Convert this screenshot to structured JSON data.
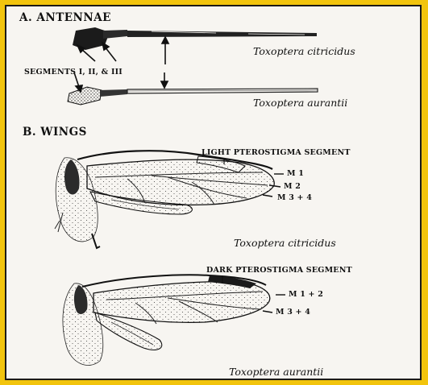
{
  "section_a": {
    "title": "A.  ANTENNAE",
    "segments_label": "SEGMENTS  I,  II,  &  III",
    "species_top": "Toxoptera citricidus",
    "species_bottom": "Toxoptera aurantii"
  },
  "section_b": {
    "title": "B.   WINGS",
    "wing1": {
      "pterostigma": "LIGHT PTEROSTIGMA SEGMENT",
      "veins": [
        "M 1",
        "M 2",
        "M 3 + 4"
      ],
      "species": "Toxoptera citricidus"
    },
    "wing2": {
      "pterostigma": "DARK PTEROSTIGMA SEGMENT",
      "veins": [
        "M 1 + 2",
        "M 3 + 4"
      ],
      "species": "Toxoptera aurantii"
    }
  }
}
